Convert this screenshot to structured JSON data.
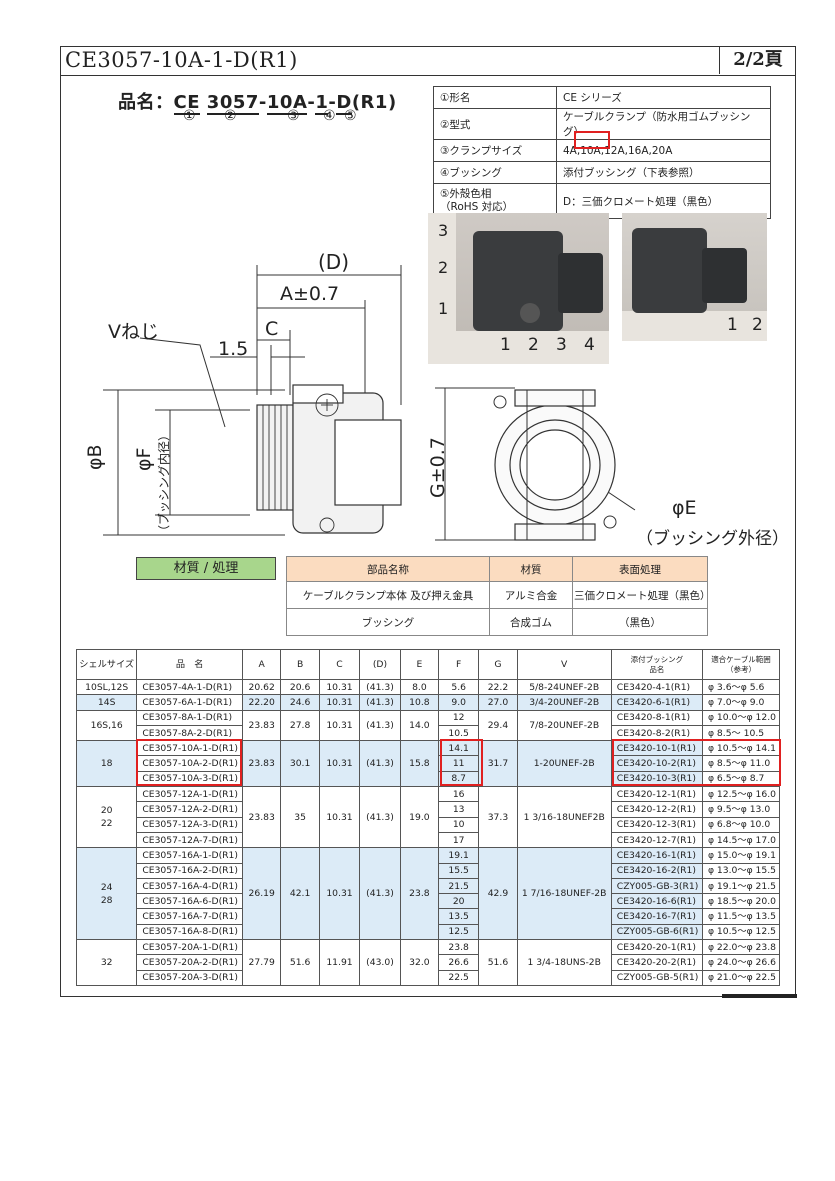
{
  "header": {
    "title": "CE3057-10A-1-D(R1)",
    "page": "2/2頁"
  },
  "part_label": {
    "prefix": "品名：",
    "p1": "CE",
    "p2": "3057",
    "p3": "-",
    "p4": "10A",
    "p5": "-",
    "p6": "1",
    "p7": "-",
    "p8": "D",
    "p9": "(R1)",
    "circles": [
      "①",
      "②",
      "③",
      "④",
      "⑤"
    ]
  },
  "legend": [
    {
      "key": "①形名",
      "value": "CE シリーズ"
    },
    {
      "key": "②型式",
      "value": "ケーブルクランプ（防水用ゴムブッシング）"
    },
    {
      "key": "③クランプサイズ",
      "value": "4A,10A,12A,16A,20A"
    },
    {
      "key": "④ブッシング",
      "value": "添付ブッシング（下表参照）"
    },
    {
      "key": "⑤外殻色相\n（RoHS 対応）",
      "value": "D：三価クロメート処理（黒色）"
    }
  ],
  "drawing": {
    "D": "(D)",
    "A": "A±0.7",
    "C": "C",
    "v_screw": "Vねじ",
    "dim_15": "1.5",
    "phiB": "φB",
    "phiF": "φF",
    "phiF_note": "（ブッシング内径）",
    "G": "G±0.7",
    "phiE": "φE",
    "phiE_note": "（ブッシング外径）"
  },
  "photo_ruler": {
    "left_vertical": [
      "3",
      "2",
      "1"
    ],
    "left_bottom": [
      "1",
      "2",
      "3",
      "4"
    ],
    "right_bottom": [
      "1",
      "2"
    ]
  },
  "material": {
    "label": "材質 / 処理",
    "headers": [
      "部品名称",
      "材質",
      "表面処理"
    ],
    "rows": [
      [
        "ケーブルクランプ本体 及び押え金具",
        "アルミ合金",
        "三価クロメート処理（黒色）"
      ],
      [
        "ブッシング",
        "合成ゴム",
        "（黒色）"
      ]
    ]
  },
  "spec": {
    "headers": [
      "シェルサイズ",
      "品　名",
      "A",
      "B",
      "C",
      "(D)",
      "E",
      "F",
      "G",
      "V",
      "添付ブッシング\n品名",
      "適合ケーブル範囲\n（参考）"
    ],
    "groups": [
      {
        "shell": "10SL,12S",
        "A": "20.62",
        "B": "20.6",
        "C": "10.31",
        "D": "(41.3)",
        "E": "8.0",
        "G": "22.2",
        "V": "5/8-24UNEF-2B",
        "blue": false,
        "rows": [
          [
            "CE3057-4A-1-D(R1)",
            "5.6",
            "CE3420-4-1(R1)",
            "φ 3.6～φ 5.6"
          ]
        ]
      },
      {
        "shell": "14S",
        "A": "22.20",
        "B": "24.6",
        "C": "10.31",
        "D": "(41.3)",
        "E": "10.8",
        "G": "27.0",
        "V": "3/4-20UNEF-2B",
        "blue": true,
        "rows": [
          [
            "CE3057-6A-1-D(R1)",
            "9.0",
            "CE3420-6-1(R1)",
            "φ 7.0～φ 9.0"
          ]
        ]
      },
      {
        "shell": "16S,16",
        "A": "23.83",
        "B": "27.8",
        "C": "10.31",
        "D": "(41.3)",
        "E": "14.0",
        "G": "29.4",
        "V": "7/8-20UNEF-2B",
        "blue": false,
        "rows": [
          [
            "CE3057-8A-1-D(R1)",
            "12",
            "CE3420-8-1(R1)",
            "φ 10.0～φ 12.0"
          ],
          [
            "CE3057-8A-2-D(R1)",
            "10.5",
            "CE3420-8-2(R1)",
            "φ 8.5～ 10.5"
          ]
        ]
      },
      {
        "shell": "18",
        "A": "23.83",
        "B": "30.1",
        "C": "10.31",
        "D": "(41.3)",
        "E": "15.8",
        "G": "31.7",
        "V": "1-20UNEF-2B",
        "blue": true,
        "rows": [
          [
            "CE3057-10A-1-D(R1)",
            "14.1",
            "CE3420-10-1(R1)",
            "φ 10.5～φ 14.1"
          ],
          [
            "CE3057-10A-2-D(R1)",
            "11",
            "CE3420-10-2(R1)",
            "φ 8.5～φ 11.0"
          ],
          [
            "CE3057-10A-3-D(R1)",
            "8.7",
            "CE3420-10-3(R1)",
            "φ 6.5～φ 8.7"
          ]
        ]
      },
      {
        "shell": "20\n22",
        "A": "23.83",
        "B": "35",
        "C": "10.31",
        "D": "(41.3)",
        "E": "19.0",
        "G": "37.3",
        "V": "1 3/16-18UNEF2B",
        "blue": false,
        "rows": [
          [
            "CE3057-12A-1-D(R1)",
            "16",
            "CE3420-12-1(R1)",
            "φ 12.5～φ 16.0"
          ],
          [
            "CE3057-12A-2-D(R1)",
            "13",
            "CE3420-12-2(R1)",
            "φ 9.5～φ 13.0"
          ],
          [
            "CE3057-12A-3-D(R1)",
            "10",
            "CE3420-12-3(R1)",
            "φ 6.8～φ 10.0"
          ],
          [
            "CE3057-12A-7-D(R1)",
            "17",
            "CE3420-12-7(R1)",
            "φ 14.5～φ 17.0"
          ]
        ]
      },
      {
        "shell": "24\n28",
        "A": "26.19",
        "B": "42.1",
        "C": "10.31",
        "D": "(41.3)",
        "E": "23.8",
        "G": "42.9",
        "V": "1 7/16-18UNEF-2B",
        "blue": true,
        "rows": [
          [
            "CE3057-16A-1-D(R1)",
            "19.1",
            "CE3420-16-1(R1)",
            "φ 15.0～φ 19.1"
          ],
          [
            "CE3057-16A-2-D(R1)",
            "15.5",
            "CE3420-16-2(R1)",
            "φ 13.0～φ 15.5"
          ],
          [
            "CE3057-16A-4-D(R1)",
            "21.5",
            "CZY005-GB-3(R1)",
            "φ 19.1～φ 21.5"
          ],
          [
            "CE3057-16A-6-D(R1)",
            "20",
            "CE3420-16-6(R1)",
            "φ 18.5～φ 20.0"
          ],
          [
            "CE3057-16A-7-D(R1)",
            "13.5",
            "CE3420-16-7(R1)",
            "φ 11.5～φ 13.5"
          ],
          [
            "CE3057-16A-8-D(R1)",
            "12.5",
            "CZY005-GB-6(R1)",
            "φ 10.5～φ 12.5"
          ]
        ]
      },
      {
        "shell": "32",
        "A": "27.79",
        "B": "51.6",
        "C": "11.91",
        "D": "(43.0)",
        "E": "32.0",
        "G": "51.6",
        "V": "1 3/4-18UNS-2B",
        "blue": false,
        "rows": [
          [
            "CE3057-20A-1-D(R1)",
            "23.8",
            "CE3420-20-1(R1)",
            "φ 22.0～φ 23.8"
          ],
          [
            "CE3057-20A-2-D(R1)",
            "26.6",
            "CE3420-20-2(R1)",
            "φ 24.0～φ 26.6"
          ],
          [
            "CE3057-20A-3-D(R1)",
            "22.5",
            "CZY005-GB-5(R1)",
            "φ 21.0～φ 22.5"
          ]
        ]
      }
    ]
  }
}
